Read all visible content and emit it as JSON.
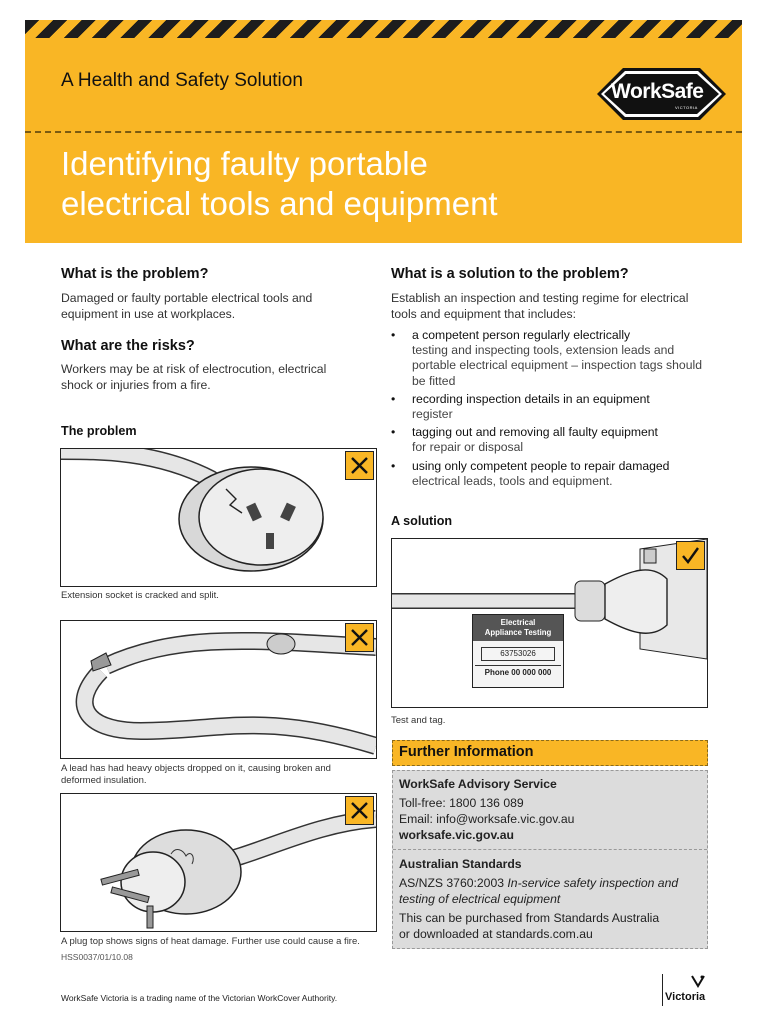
{
  "header": {
    "subtitle": "A Health and Safety Solution",
    "title_line1": "Identifying faulty portable",
    "title_line2": "electrical tools and equipment",
    "logo_text_a": "Work",
    "logo_text_b": "Safe",
    "logo_small": "VICTORIA"
  },
  "left": {
    "problem_heading": "What is the problem?",
    "problem_text": "Damaged or faulty portable electrical tools and equipment in use at workplaces.",
    "risks_heading": "What are the risks?",
    "risks_text": "Workers may be at risk of electrocution, electrical shock or injuries from a fire.",
    "figure_heading": "The problem",
    "captions": [
      "Extension socket is cracked and split.",
      "A lead has had heavy objects dropped on it, causing broken and deformed insulation.",
      "A plug top shows signs of heat damage. Further use could cause a fire."
    ]
  },
  "right": {
    "solution_heading": "What is a solution to the problem?",
    "solution_intro": "Establish an inspection and testing regime for electrical tools and equipment that includes:",
    "bullets": [
      {
        "lead": "a competent person regularly electrically",
        "cont": "testing and inspecting tools, extension leads and portable electrical equipment – inspection tags should be fitted"
      },
      {
        "lead": "recording inspection details in an equipment",
        "cont": "register"
      },
      {
        "lead": "tagging out and removing all faulty equipment",
        "cont": "for repair or disposal"
      },
      {
        "lead": "using only competent people to repair damaged",
        "cont": "electrical leads, tools and equipment."
      }
    ],
    "figure_heading": "A solution",
    "tag_line1": "Electrical",
    "tag_line2": "Appliance Testing",
    "tag_number": "63753026",
    "tag_phone": "Phone 00 000 000",
    "caption": "Test and tag."
  },
  "further": {
    "heading": "Further Information",
    "advisory_heading": "WorkSafe Advisory Service",
    "tollfree": "Toll-free: 1800 136 089",
    "email": "Email: info@worksafe.vic.gov.au",
    "website": "worksafe.vic.gov.au",
    "standards_heading": "Australian Standards",
    "standard_code": "AS/NZS 3760:2003",
    "standard_title": "In-service safety inspection and testing of electrical equipment",
    "purchase_line1": "This can be purchased from Standards Australia",
    "purchase_line2": "or downloaded at standards.com.au"
  },
  "footer": {
    "code": "HSS0037/01/10.08",
    "trading_name": "WorkSafe Victoria is a trading name of the Victorian WorkCover Authority.",
    "vic_logo_text": "Victoria"
  },
  "colors": {
    "accent": "#f9b625",
    "panel": "#dcdcdc"
  }
}
